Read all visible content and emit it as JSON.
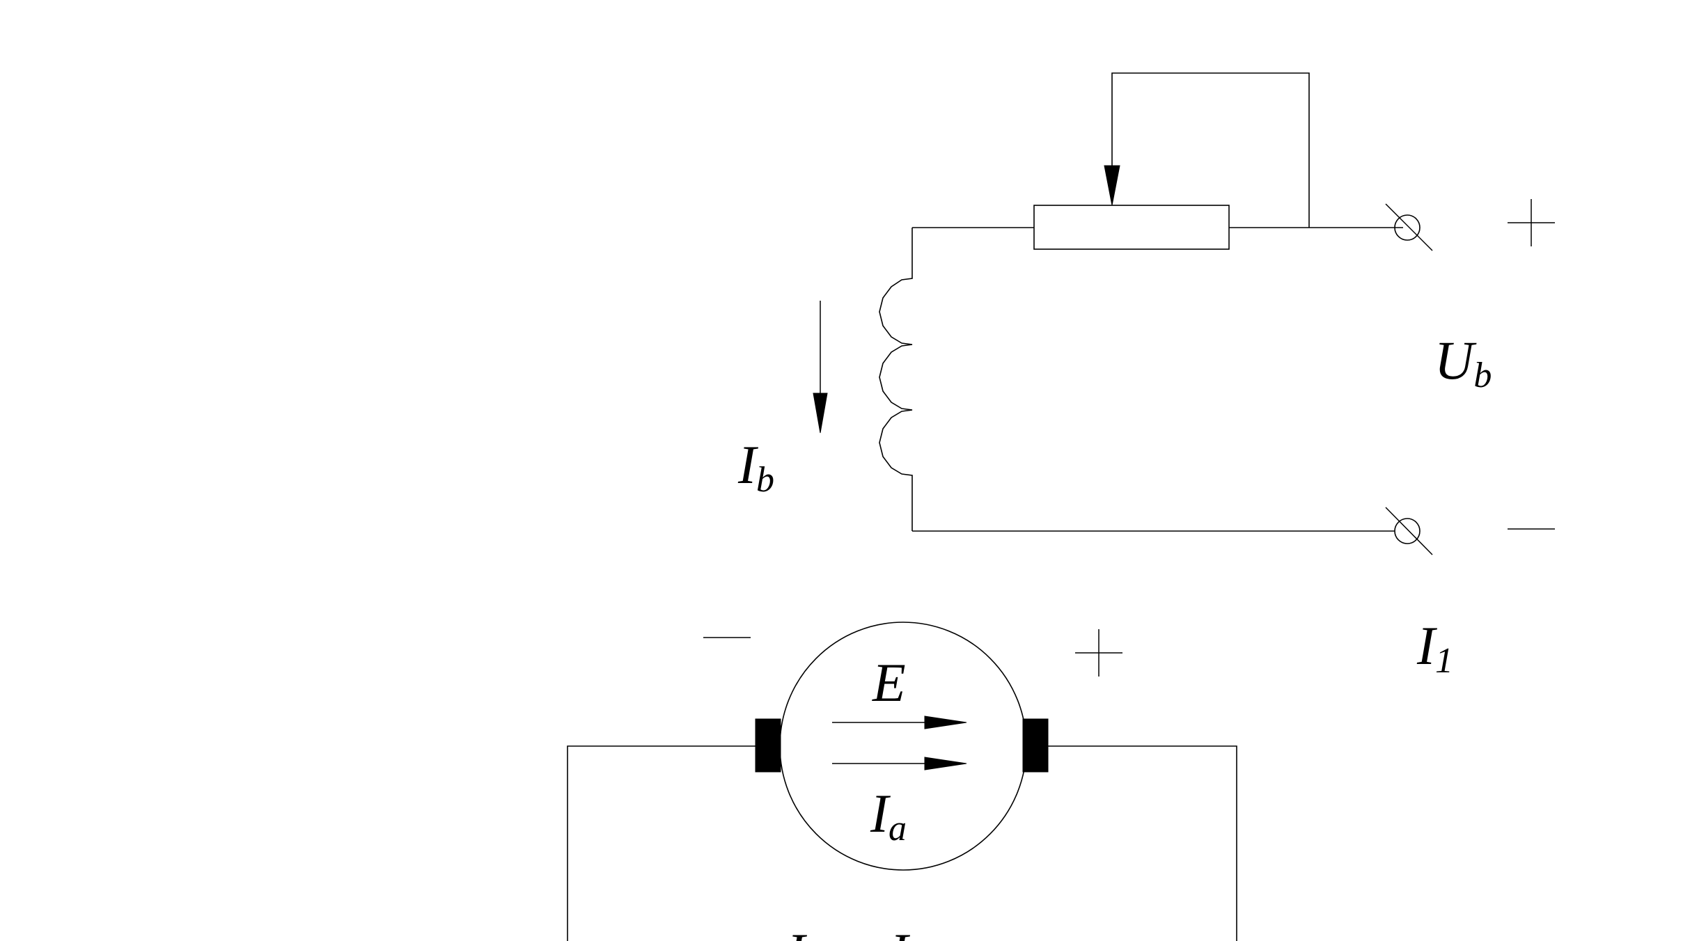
{
  "labels": {
    "ib": {
      "main": "I",
      "sub": "b"
    },
    "ub": {
      "main": "U",
      "sub": "b"
    },
    "i1": {
      "main": "I",
      "sub": "1"
    },
    "e": {
      "main": "E"
    },
    "ia": {
      "main": "I",
      "sub": "a"
    },
    "bottom": {
      "left": "I",
      "right": "I"
    }
  },
  "colors": {
    "line": "#000000",
    "background": "#ffffff"
  }
}
